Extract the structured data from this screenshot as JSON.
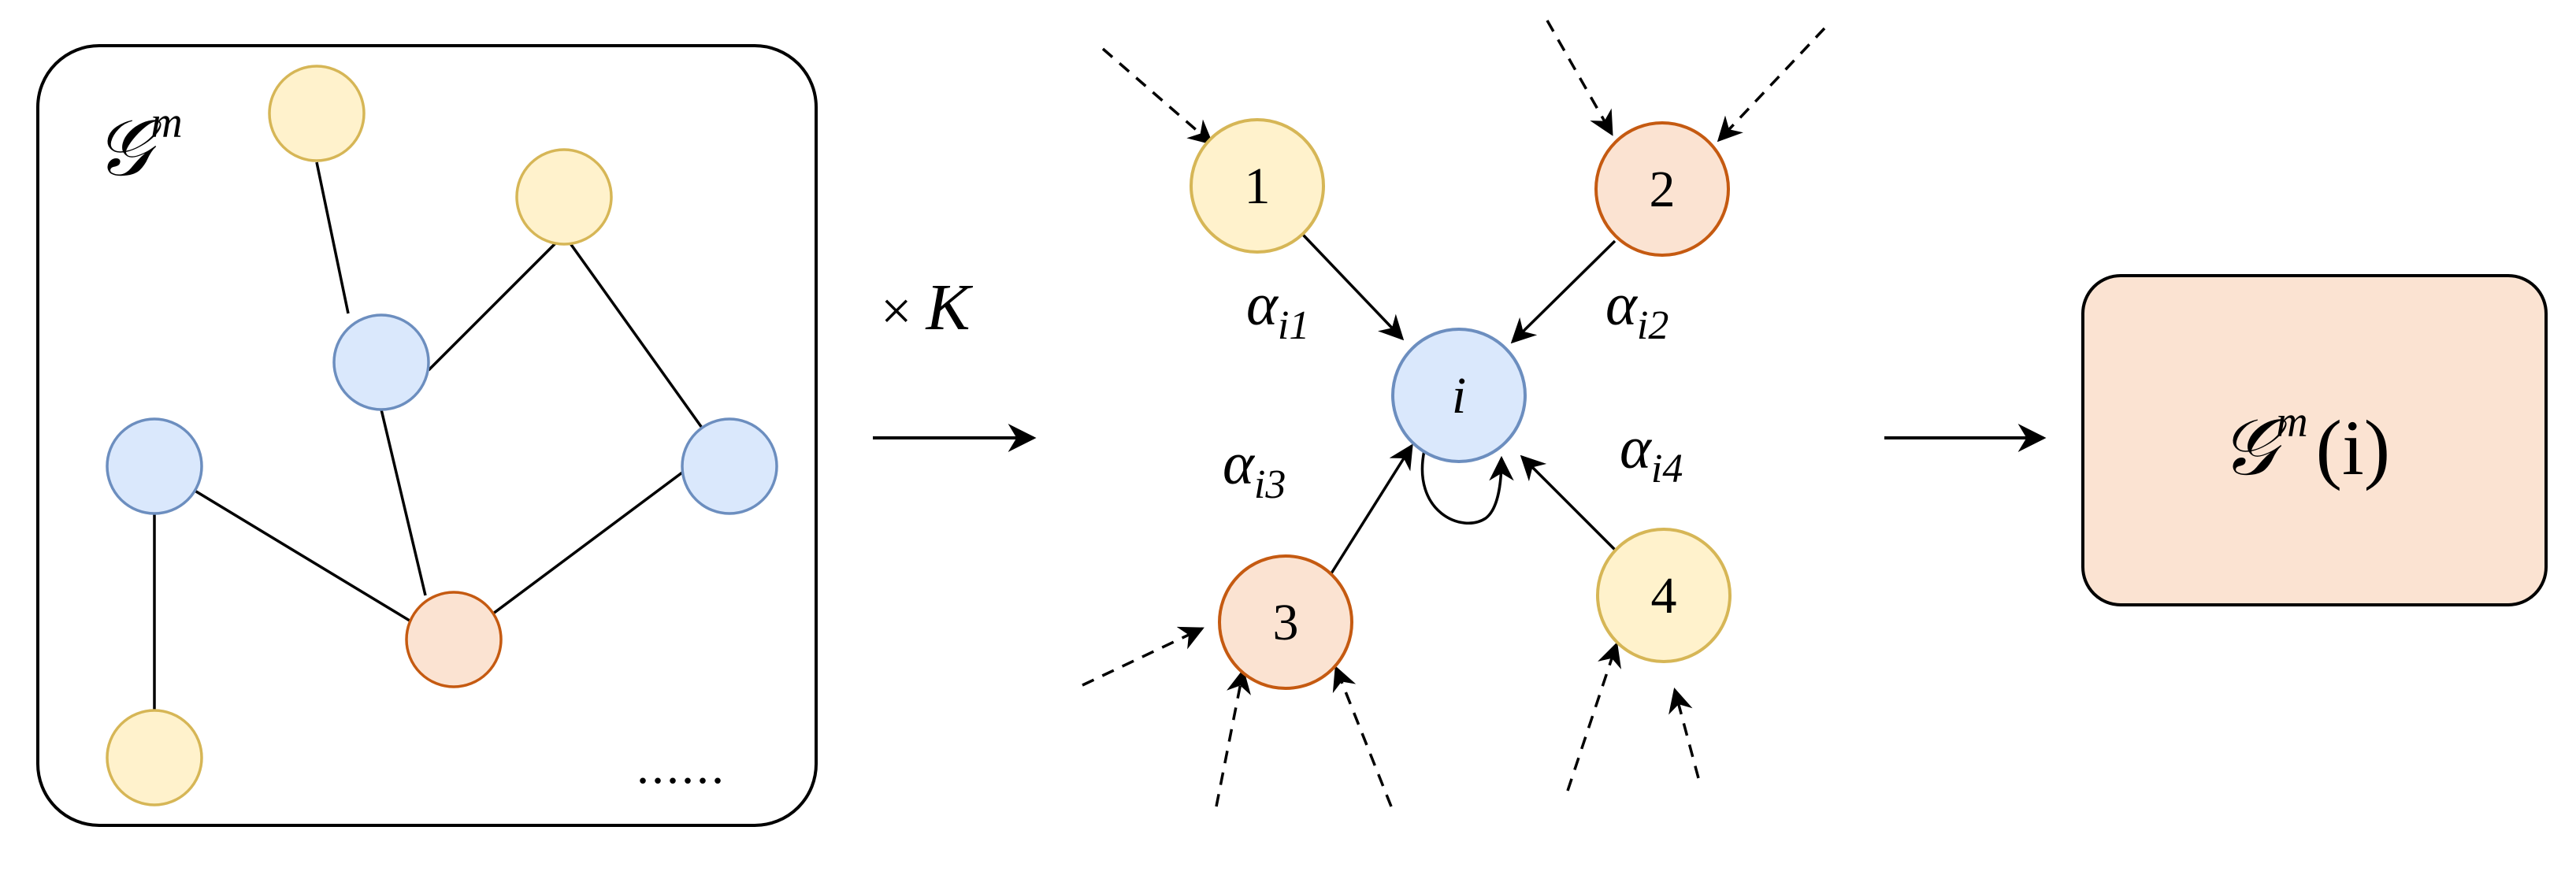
{
  "left_graph": {
    "label_base": "𝒢",
    "label_sup": "m",
    "ellipsis": "......",
    "colors": {
      "yellow_fill": "#fff2cc",
      "yellow_stroke": "#d6b656",
      "blue_fill": "#dae8fc",
      "blue_stroke": "#6c8ebf",
      "orange_fill": "#fbe3d2",
      "orange_stroke": "#c55a11"
    }
  },
  "repeat": {
    "times": "×",
    "K": "K"
  },
  "attention": {
    "center": "i",
    "neighbors": [
      "1",
      "2",
      "3",
      "4"
    ],
    "weights": [
      {
        "alpha": "α",
        "sub": "i1"
      },
      {
        "alpha": "α",
        "sub": "i2"
      },
      {
        "alpha": "α",
        "sub": "i3"
      },
      {
        "alpha": "α",
        "sub": "i4"
      }
    ]
  },
  "output": {
    "base": "𝒢",
    "sup": "m",
    "arg": "(i)",
    "fill": "#fbe3d2"
  }
}
